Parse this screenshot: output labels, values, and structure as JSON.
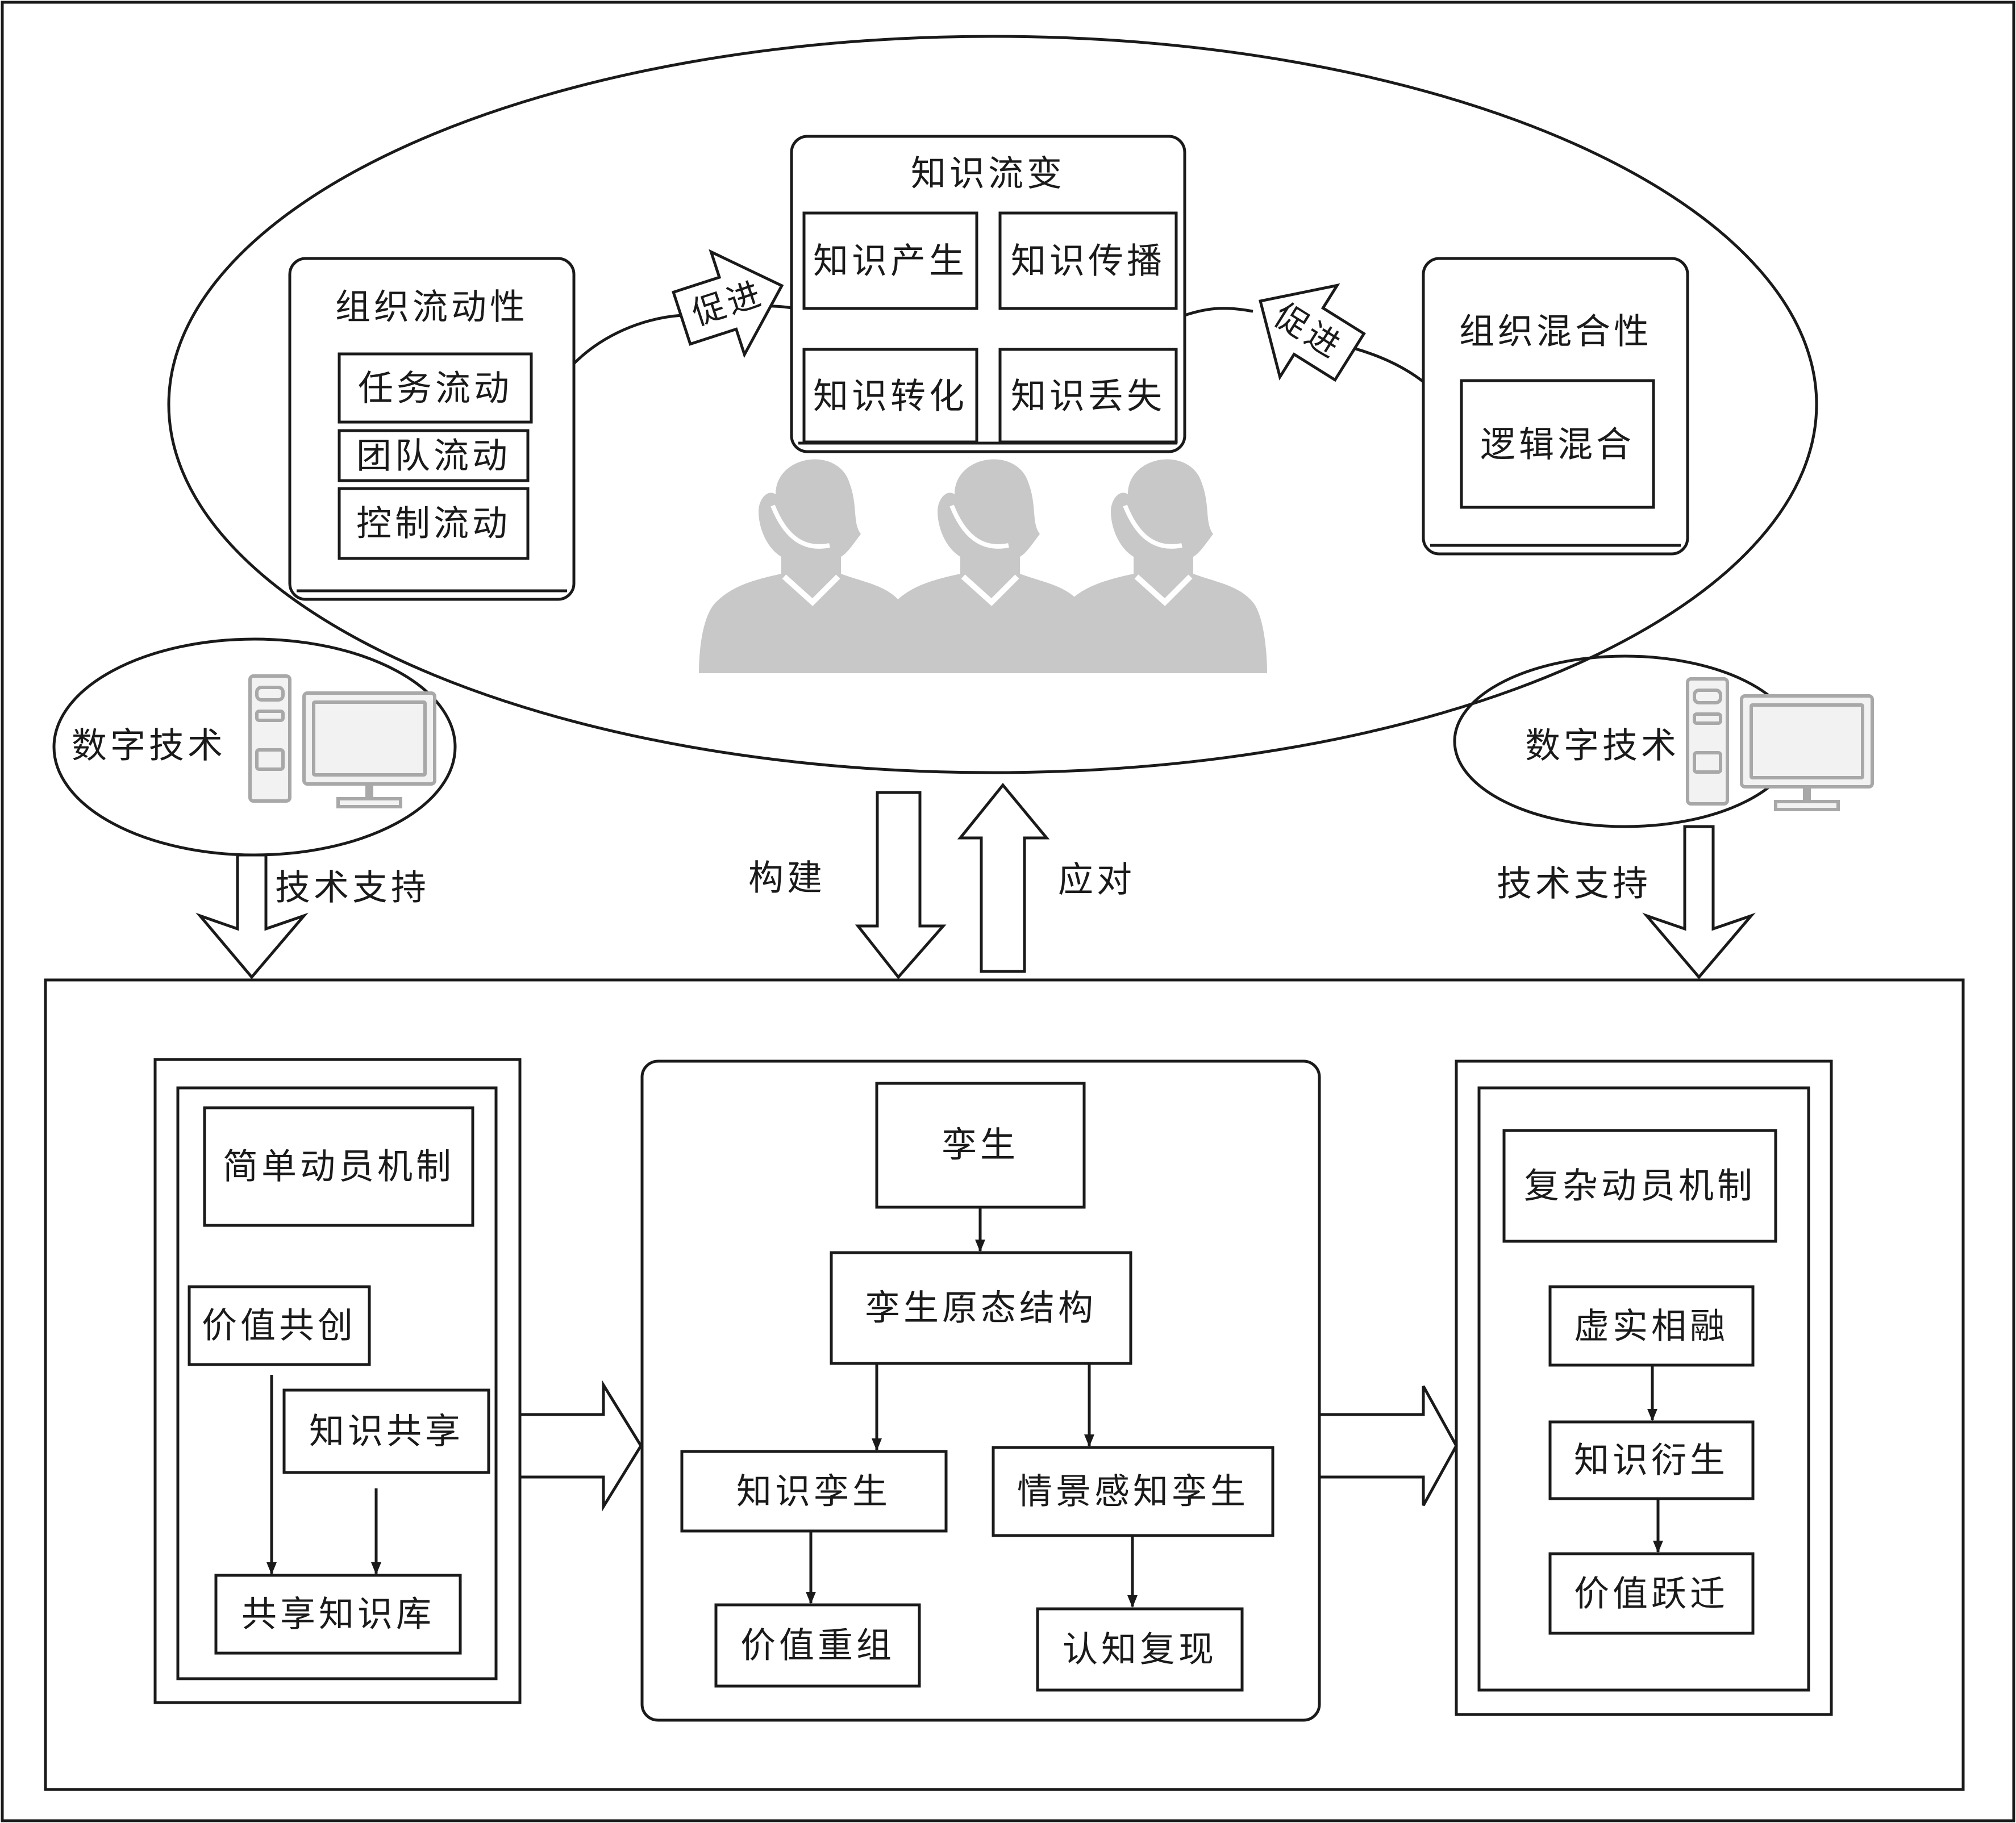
{
  "colors": {
    "ink": "#1a1a1a",
    "person_gray": "#c8c8c8",
    "computer_gray": "#a8a8a8",
    "background": "#ffffff"
  },
  "icons": {
    "person": "person-silhouette-icon",
    "computer": "desktop-computer-icon"
  },
  "top_ellipse": {
    "knowledge_flow": {
      "title": "知识流变",
      "items": [
        "知识产生",
        "知识传播",
        "知识转化",
        "知识丢失"
      ]
    },
    "org_fluidity": {
      "title": "组织流动性",
      "items": [
        "任务流动",
        "团队流动",
        "控制流动"
      ]
    },
    "org_hybridity": {
      "title": "组织混合性",
      "items": [
        "逻辑混合"
      ]
    },
    "promote_left": "促进",
    "promote_right": "促进"
  },
  "digital_tech_left": "数字技术",
  "digital_tech_right": "数字技术",
  "tech_support_left": "技术支持",
  "tech_support_right": "技术支持",
  "build_label": "构建",
  "respond_label": "应对",
  "bottom": {
    "simple": {
      "title": "简单动员机制",
      "co_create": "价值共创",
      "share": "知识共享",
      "library": "共享知识库"
    },
    "twin": {
      "twin": "孪生",
      "structure": "孪生原态结构",
      "knowledge_twin": "知识孪生",
      "context_twin": "情景感知孪生",
      "value_reorg": "价值重组",
      "cognition": "认知复现"
    },
    "complex": {
      "title": "复杂动员机制",
      "fusion": "虚实相融",
      "derive": "知识衍生",
      "leap": "价值跃迁"
    }
  }
}
